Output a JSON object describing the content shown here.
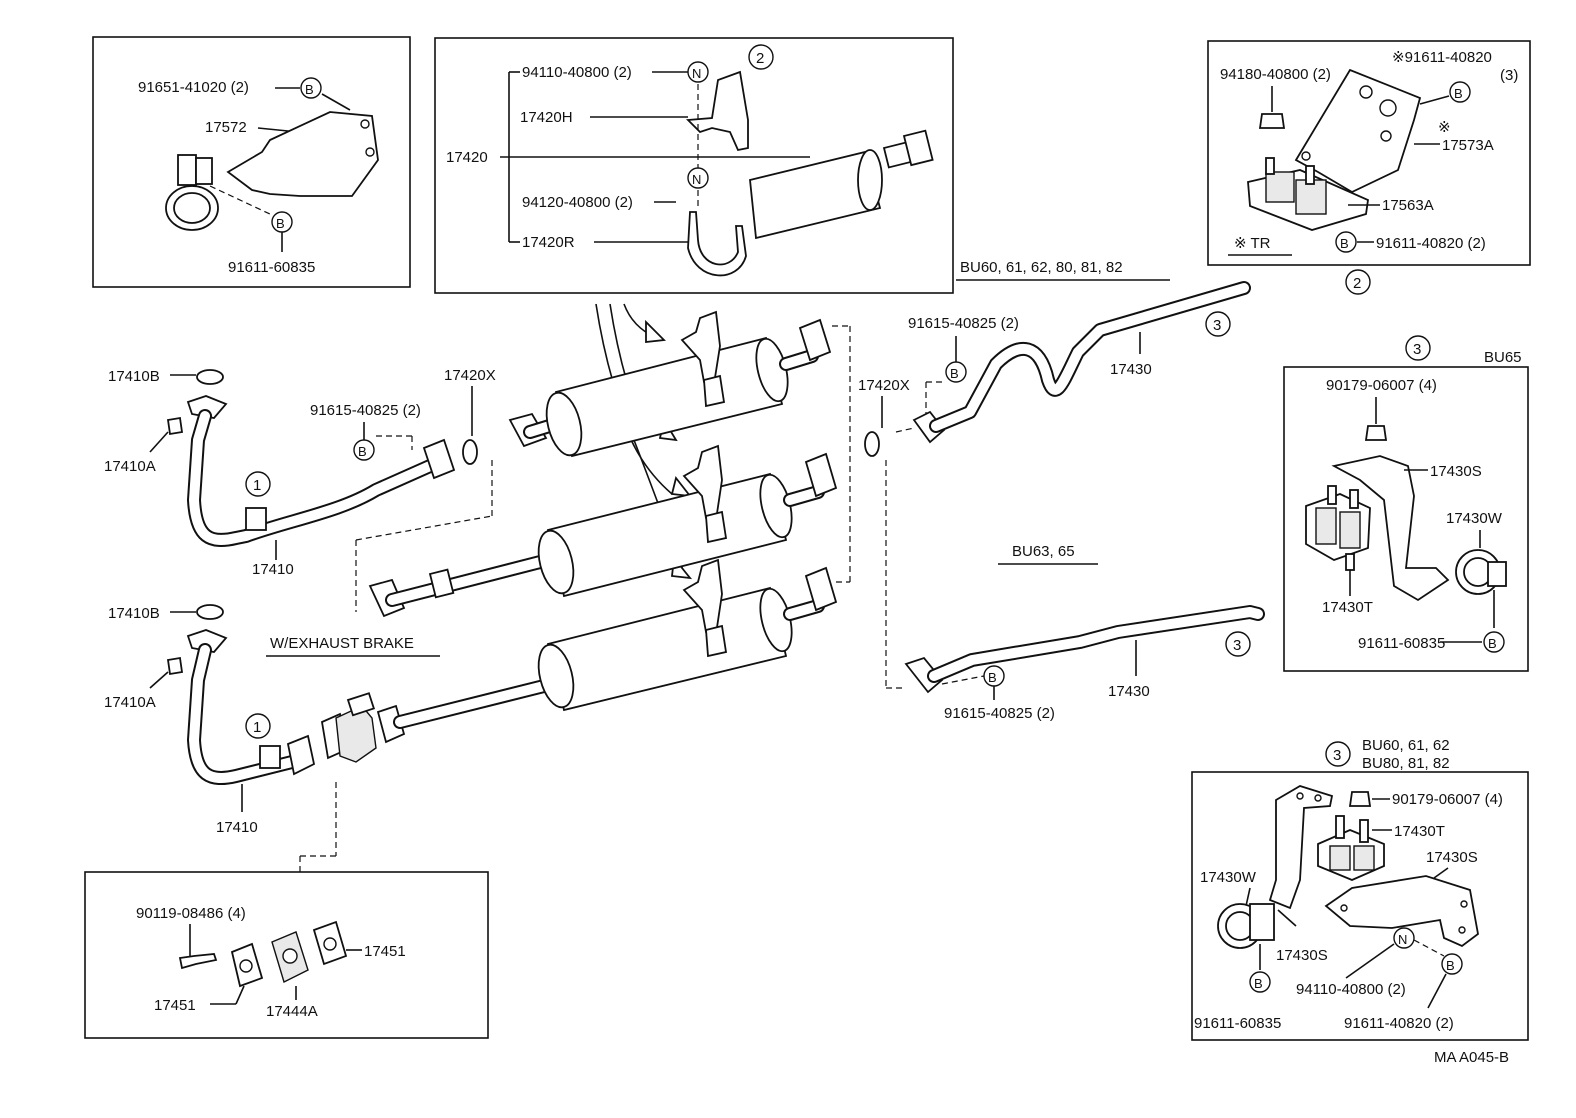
{
  "colors": {
    "ink": "#111111",
    "paper": "#ffffff"
  },
  "diagram_code": "MA A045-B",
  "callout_symbols": {
    "bolt": "B",
    "nut": "N",
    "mark_1": "1",
    "mark_2": "2",
    "mark_3": "3"
  },
  "boxes": {
    "clamp_box": {
      "parts": [
        {
          "num": "91651-41020 (2)"
        },
        {
          "num": "17572"
        },
        {
          "num": "91611-60835"
        }
      ]
    },
    "hanger_box": {
      "parts": [
        {
          "num": "94110-40800 (2)"
        },
        {
          "num": "17420H"
        },
        {
          "num": "17420"
        },
        {
          "num": "94120-40800 (2)"
        },
        {
          "num": "17420R"
        }
      ]
    },
    "tr_box": {
      "parts": [
        {
          "num": "94180-40800 (2)"
        },
        {
          "num": "※91611-40820"
        },
        {
          "num": "(3)"
        },
        {
          "num": "17573A"
        },
        {
          "num": "17563A"
        },
        {
          "num": "91611-40820 (2)"
        }
      ],
      "note": "※ TR",
      "asterisk": "※"
    },
    "bu65_box": {
      "model": "BU65",
      "parts": [
        {
          "num": "90179-06007 (4)"
        },
        {
          "num": "17430S"
        },
        {
          "num": "17430W"
        },
        {
          "num": "17430T"
        },
        {
          "num": "91611-60835"
        }
      ]
    },
    "bu60_box": {
      "models_line1": "BU60, 61, 62",
      "models_line2": "BU80, 81, 82",
      "parts": [
        {
          "num": "90179-06007 (4)"
        },
        {
          "num": "17430T"
        },
        {
          "num": "17430S"
        },
        {
          "num": "17430W"
        },
        {
          "num": "17430S"
        },
        {
          "num": "94110-40800 (2)"
        },
        {
          "num": "91611-60835"
        },
        {
          "num": "91611-40820 (2)"
        }
      ]
    },
    "brake_box": {
      "parts": [
        {
          "num": "90119-08486 (4)"
        },
        {
          "num": "17451"
        },
        {
          "num": "17451"
        },
        {
          "num": "17444A"
        }
      ]
    }
  },
  "main": {
    "labels": {
      "gasket_b_top": "17410B",
      "nut_a_top": "17410A",
      "pipe_top": "17410",
      "bolt_top": "91615-40825 (2)",
      "ring_x_left": "17420X",
      "ring_x_right": "17420X",
      "bolt_tail_top": "91615-40825 (2)",
      "tail_top": "17430",
      "models_top": "BU60, 61, 62, 80, 81, 82",
      "models_mid": "BU63, 65",
      "tail_bottom": "17430",
      "bolt_tail_bottom": "91615-40825 (2)",
      "gasket_b_bottom": "17410B",
      "nut_a_bottom": "17410A",
      "pipe_bottom": "17410",
      "exhaust_brake": "W/EXHAUST BRAKE"
    }
  }
}
